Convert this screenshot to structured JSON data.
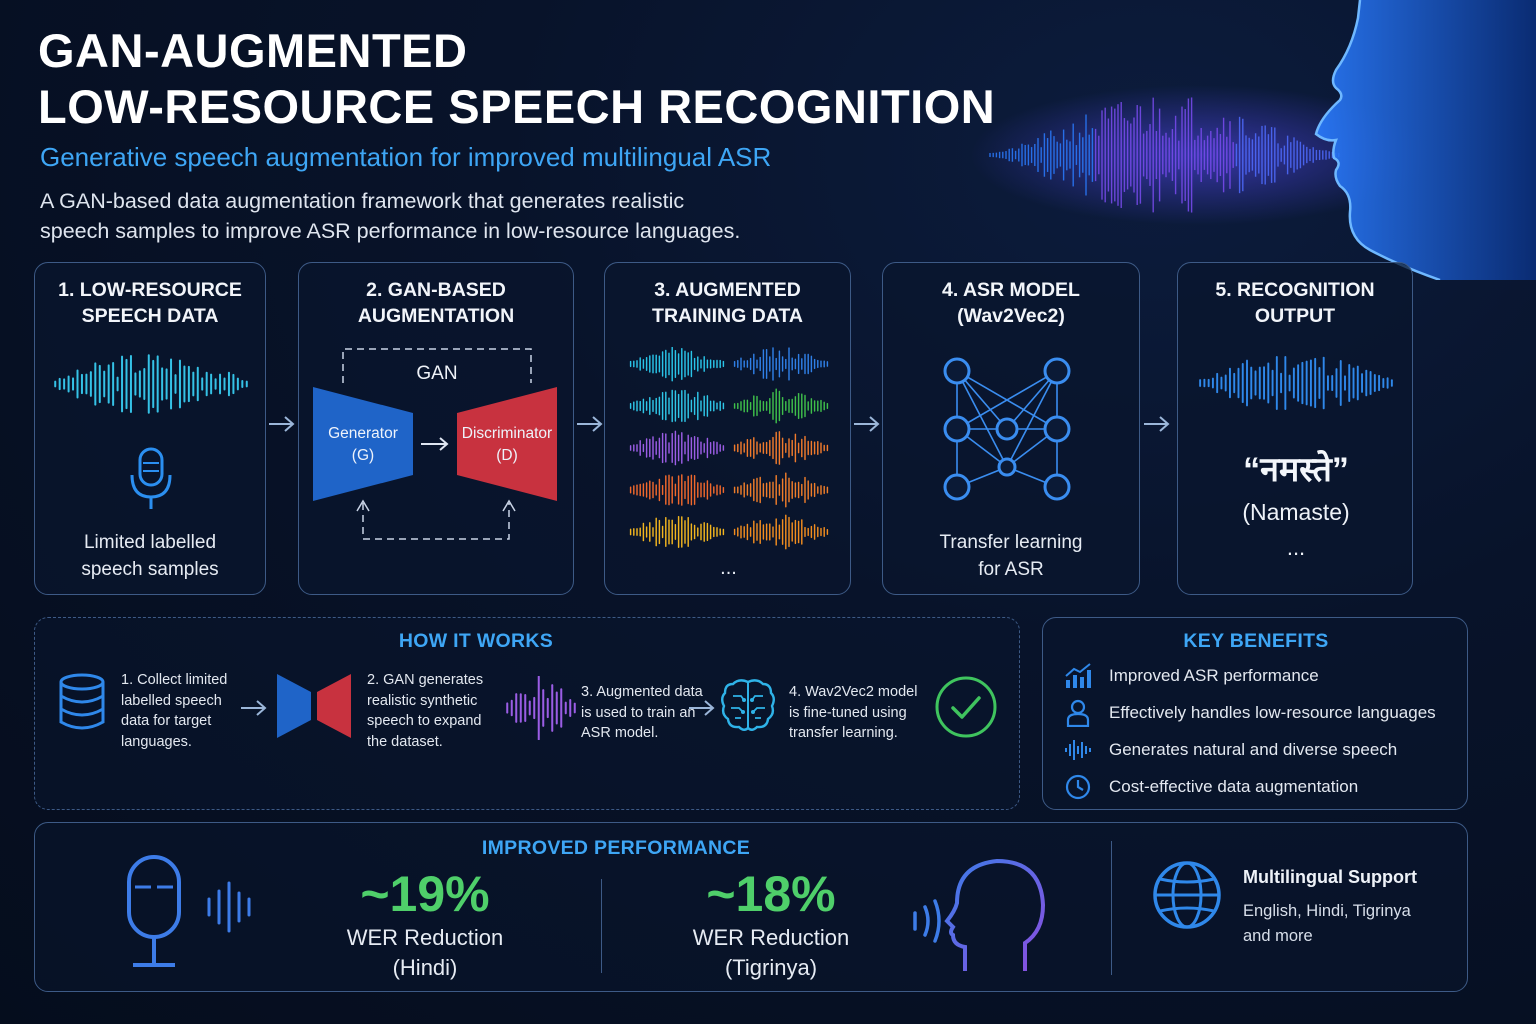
{
  "header": {
    "title_line1": "GAN-AUGMENTED",
    "title_line2": "LOW-RESOURCE SPEECH RECOGNITION",
    "subtitle": "Generative speech augmentation for improved multilingual ASR",
    "description_line1": "A GAN-based data augmentation framework that generates realistic",
    "description_line2": "speech samples to improve ASR performance in low-resource languages."
  },
  "stages": [
    {
      "title_line1": "1. LOW-RESOURCE",
      "title_line2": "SPEECH DATA",
      "caption_line1": "Limited labelled",
      "caption_line2": "speech samples",
      "icon": "microphone-icon"
    },
    {
      "title_line1": "2. GAN-BASED",
      "title_line2": "AUGMENTATION",
      "gan_label": "GAN",
      "generator_line1": "Generator",
      "generator_line2": "(G)",
      "discriminator_line1": "Discriminator",
      "discriminator_line2": "(D)"
    },
    {
      "title_line1": "3. AUGMENTED",
      "title_line2": "TRAINING DATA",
      "ellipsis": "...",
      "waveform_colors": [
        "#29c4e8",
        "#2f7fe6",
        "#2fc7e8",
        "#3fbf4a",
        "#9b5de5",
        "#f07a2c",
        "#f0682c",
        "#ef7d2a",
        "#f2b51f",
        "#f28d1f"
      ]
    },
    {
      "title_line1": "4. ASR MODEL",
      "title_line2": "(Wav2Vec2)",
      "caption_line1": "Transfer learning",
      "caption_line2": "for ASR",
      "icon": "neural-network-icon"
    },
    {
      "title_line1": "5. RECOGNITION",
      "title_line2": "OUTPUT",
      "output_text": "“नमस्ते”",
      "output_translit": "(Namaste)",
      "ellipsis": "..."
    }
  ],
  "how_it_works": {
    "title": "HOW IT WORKS",
    "steps": [
      {
        "lines": [
          "1. Collect limited",
          "labelled speech",
          "data for target",
          "languages."
        ],
        "icon": "database-icon"
      },
      {
        "lines": [
          "2. GAN generates",
          "realistic synthetic",
          "speech to expand",
          "the dataset."
        ],
        "icon": "gan-icon"
      },
      {
        "lines": [
          "3. Augmented data",
          "is used to train an",
          "ASR model."
        ],
        "icon": "waveform-icon"
      },
      {
        "lines": [
          "4. Wav2Vec2 model",
          "is fine-tuned using",
          "transfer learning."
        ],
        "icon": "brain-icon"
      }
    ],
    "final_icon": "checkmark-icon"
  },
  "key_benefits": {
    "title": "KEY BENEFITS",
    "items": [
      {
        "label": "Improved ASR performance",
        "icon": "chart-icon"
      },
      {
        "label": "Effectively handles low-resource languages",
        "icon": "person-icon"
      },
      {
        "label": "Generates natural and diverse speech",
        "icon": "waveform-icon"
      },
      {
        "label": "Cost-effective data augmentation",
        "icon": "clock-icon"
      }
    ]
  },
  "performance": {
    "title": "IMPROVED PERFORMANCE",
    "metrics": [
      {
        "value": "~19%",
        "label_line1": "WER Reduction",
        "label_line2": "(Hindi)"
      },
      {
        "value": "~18%",
        "label_line1": "WER Reduction",
        "label_line2": "(Tigrinya)"
      }
    ],
    "multilingual_title": "Multilingual Support",
    "multilingual_line1": "English, Hindi, Tigrinya",
    "multilingual_line2": "and more"
  },
  "colors": {
    "accent_blue": "#3ea6f5",
    "metric_green": "#4fcf6a",
    "generator_blue": "#1f64c8",
    "discriminator_red": "#c8323f",
    "card_border": "#3d5a86"
  }
}
